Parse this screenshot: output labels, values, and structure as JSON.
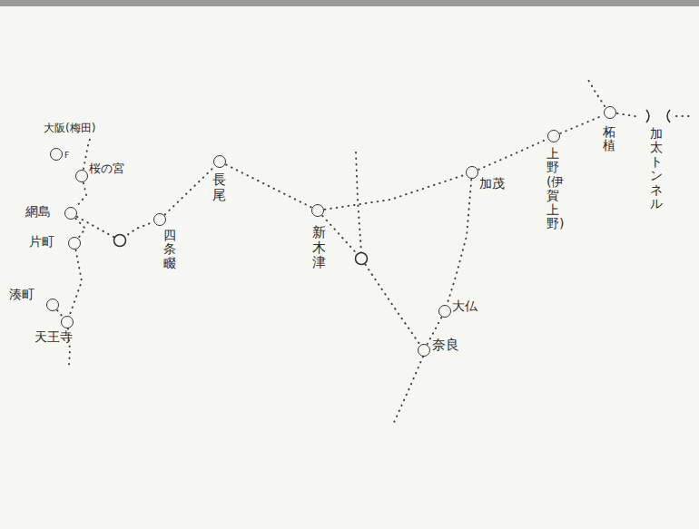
{
  "diagram": {
    "nodes": [
      {
        "text": [
          "大阪(梅田)"
        ]
      },
      {
        "text": [
          "桜の宮"
        ]
      },
      {
        "text": [
          "網島"
        ]
      },
      {
        "text": [
          "片町"
        ]
      },
      {
        "text": [
          "湊町"
        ]
      },
      {
        "text": [
          "天王寺"
        ]
      },
      {
        "text": [
          "四条畷"
        ]
      },
      {
        "text": [
          "長尾"
        ]
      },
      {
        "text": [
          "新木津"
        ]
      },
      {
        "text": [
          "加茂"
        ]
      },
      {
        "text": [
          "上野(伊賀上野)"
        ]
      },
      {
        "text": [
          "柘植"
        ]
      },
      {
        "text": [
          "大仏"
        ]
      },
      {
        "text": [
          "奈良"
        ]
      }
    ],
    "edges": [
      {
        "from": 1,
        "to": 2,
        "arrow": "none"
      },
      {
        "from": 2,
        "to": 3,
        "arrow": "none"
      },
      {
        "from": 3,
        "to": 5,
        "arrow": "none"
      },
      {
        "from": 4,
        "to": 5,
        "arrow": "none"
      },
      {
        "from": 2,
        "to": 6,
        "arrow": "none"
      },
      {
        "from": 6,
        "to": 7,
        "arrow": "none"
      },
      {
        "from": 7,
        "to": 8,
        "arrow": "none"
      },
      {
        "from": 8,
        "to": 9,
        "arrow": "none"
      },
      {
        "from": 9,
        "to": 10,
        "arrow": "none"
      },
      {
        "from": 10,
        "to": 11,
        "arrow": "none"
      },
      {
        "from": 8,
        "to": 13,
        "arrow": "none"
      },
      {
        "from": 9,
        "to": 12,
        "arrow": "none"
      },
      {
        "from": 12,
        "to": 13,
        "arrow": "none"
      }
    ],
    "labels": [
      "F",
      "加太トンネル"
    ]
  }
}
